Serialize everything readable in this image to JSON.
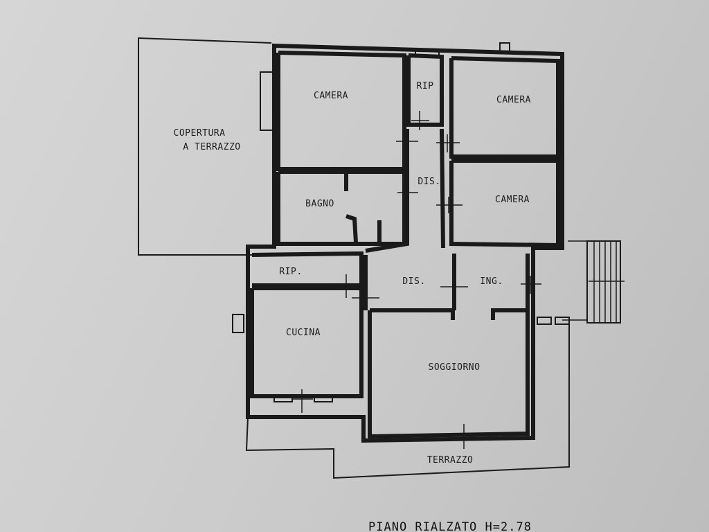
{
  "plan": {
    "rooms": [
      {
        "id": "copertura",
        "lines": [
          "COPERTURA",
          "A TERRAZZO"
        ]
      },
      {
        "id": "camera-1",
        "lines": [
          "CAMERA"
        ]
      },
      {
        "id": "rip-1",
        "lines": [
          "RIP"
        ]
      },
      {
        "id": "camera-2",
        "lines": [
          "CAMERA"
        ]
      },
      {
        "id": "dis-1",
        "lines": [
          "DIS."
        ]
      },
      {
        "id": "bagno",
        "lines": [
          "BAGNO"
        ]
      },
      {
        "id": "camera-3",
        "lines": [
          "CAMERA"
        ]
      },
      {
        "id": "rip-2",
        "lines": [
          "RIP."
        ]
      },
      {
        "id": "dis-2",
        "lines": [
          "DIS."
        ]
      },
      {
        "id": "ing",
        "lines": [
          "ING."
        ]
      },
      {
        "id": "cucina",
        "lines": [
          "CUCINA"
        ]
      },
      {
        "id": "soggiorno",
        "lines": [
          "SOGGIORNO"
        ]
      },
      {
        "id": "terrazzo",
        "lines": [
          "TERRAZZO"
        ]
      }
    ],
    "floor_title": "PIANO  RIALZATO H=2.78"
  }
}
